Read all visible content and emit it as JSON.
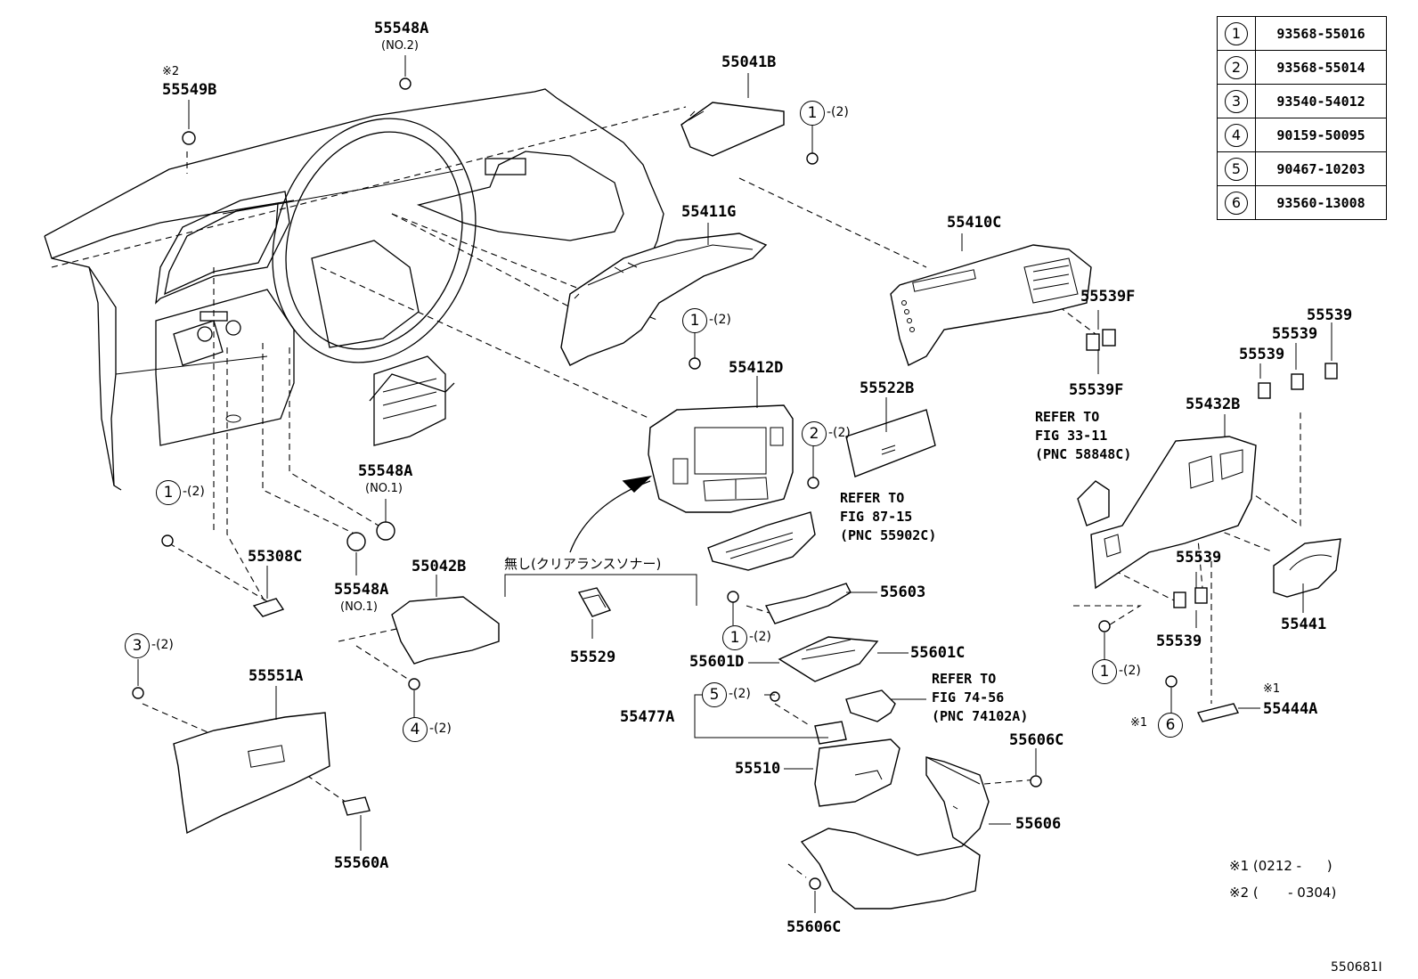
{
  "legend": [
    {
      "num": "1",
      "part": "93568-55016"
    },
    {
      "num": "2",
      "part": "93568-55014"
    },
    {
      "num": "3",
      "part": "93540-54012"
    },
    {
      "num": "4",
      "part": "90159-50095"
    },
    {
      "num": "5",
      "part": "90467-10203"
    },
    {
      "num": "6",
      "part": "93560-13008"
    }
  ],
  "labels": {
    "p55548A_top": "55548A",
    "p55548A_top_note": "(NO.2)",
    "p55549B_mark": "※2",
    "p55549B": "55549B",
    "p55041B": "55041B",
    "p55411G": "55411G",
    "p55410C": "55410C",
    "p55539F_a": "55539F",
    "p55539F_b": "55539F",
    "p55539_a": "55539",
    "p55539_b": "55539",
    "p55539_c": "55539",
    "p55539_d": "55539",
    "p55539_e": "55539",
    "p55412D": "55412D",
    "p55522B": "55522B",
    "p55432B": "55432B",
    "p55548A_mid": "55548A",
    "p55548A_mid_note": "(NO.1)",
    "p55548A_low": "55548A",
    "p55548A_low_note": "(NO.1)",
    "p55308C": "55308C",
    "p55042B": "55042B",
    "p55529": "55529",
    "p55603": "55603",
    "p55601C": "55601C",
    "p55601D": "55601D",
    "p55551A": "55551A",
    "p55477A": "55477A",
    "p55510": "55510",
    "p55606C_top": "55606C",
    "p55606": "55606",
    "p55606C_bot": "55606C",
    "p55560A": "55560A",
    "p55441": "55441",
    "p55444A": "55444A",
    "p55444A_mark": "※1",
    "mark6": "※1"
  },
  "callouts": {
    "c1a": {
      "num": "1",
      "qty": "-(2)"
    },
    "c1b": {
      "num": "1",
      "qty": "-(2)"
    },
    "c1c": {
      "num": "1",
      "qty": "-(2)"
    },
    "c1d": {
      "num": "1",
      "qty": "-(2)"
    },
    "c1e": {
      "num": "1",
      "qty": "-(2)"
    },
    "c2": {
      "num": "2",
      "qty": "-(2)"
    },
    "c3": {
      "num": "3",
      "qty": "-(2)"
    },
    "c4": {
      "num": "4",
      "qty": "-(2)"
    },
    "c5": {
      "num": "5",
      "qty": "-(2)"
    },
    "c6": {
      "num": "6"
    }
  },
  "refs": {
    "ref33": "REFER TO\nFIG 33-11\n(PNC 58848C)",
    "ref87": "REFER TO\nFIG 87-15\n(PNC 55902C)",
    "ref74": "REFER TO\nFIG 74-56\n(PNC 74102A)"
  },
  "jp_note": "無し(クリアランスソナー)",
  "footnotes": {
    "n1": "※1 (0212 -      )",
    "n2": "※2 (       - 0304)"
  },
  "figure_code": "550681I"
}
